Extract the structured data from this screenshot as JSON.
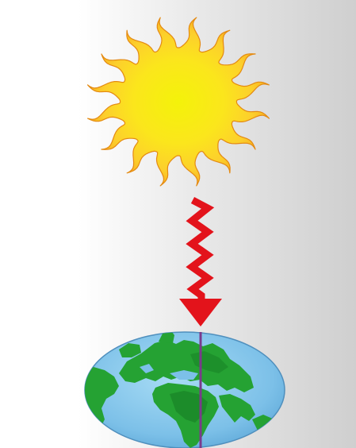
{
  "diagram": {
    "elements": [
      "sun",
      "radiation-arrow",
      "earth"
    ]
  },
  "colors": {
    "background_light": "#ffffff",
    "background_dark": "#cfcfcf",
    "sun_core": "#f4f20a",
    "sun_mid": "#fbdc2a",
    "sun_edge": "#f6a21a",
    "sun_outline": "#e48a12",
    "arrow": "#e3131b",
    "ocean": "#7cc0e8",
    "land": "#25a233",
    "land_dark": "#157a22",
    "meridian": "#7a3a8c"
  }
}
